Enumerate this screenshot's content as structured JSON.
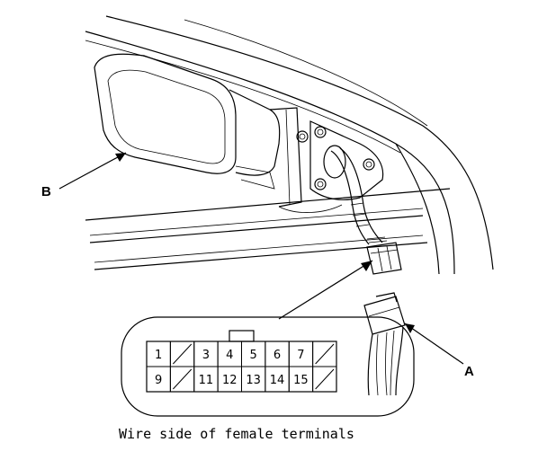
{
  "labels": {
    "a": "A",
    "b": "B"
  },
  "connector": {
    "top_row": [
      "1",
      "",
      "3",
      "4",
      "5",
      "6",
      "7",
      ""
    ],
    "bottom_row": [
      "9",
      "",
      "11",
      "12",
      "13",
      "14",
      "15",
      ""
    ]
  },
  "caption": "Wire side of female terminals"
}
